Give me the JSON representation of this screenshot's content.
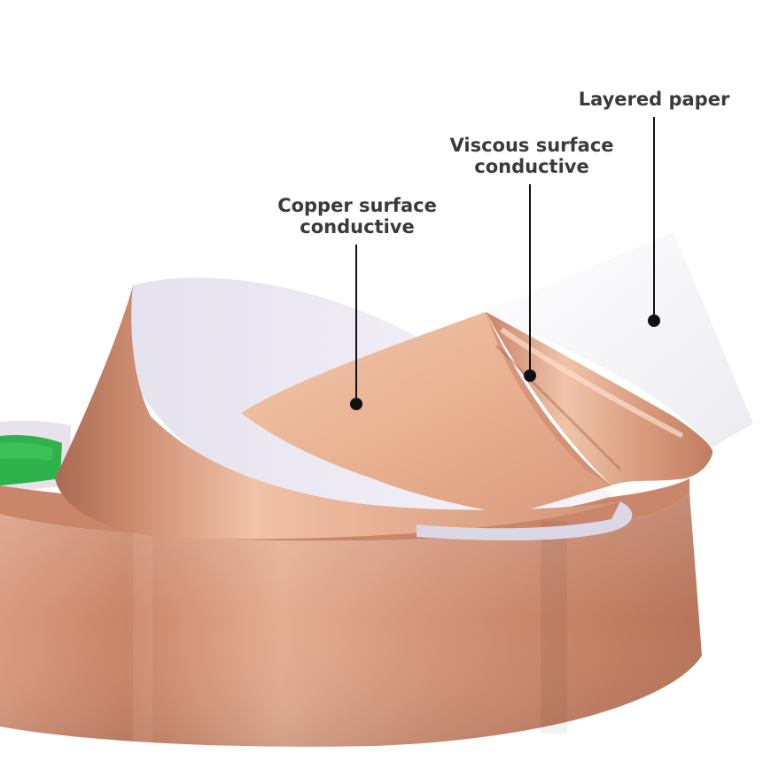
{
  "callouts": [
    {
      "id": "layered-paper",
      "lines": [
        "Layered paper"
      ]
    },
    {
      "id": "viscous-surface",
      "lines": [
        "Viscous surface",
        "conductive"
      ]
    },
    {
      "id": "copper-surface",
      "lines": [
        "Copper surface",
        "conductive"
      ]
    }
  ],
  "colors": {
    "copper_light": "#f2c4a8",
    "copper_mid": "#d9957a",
    "copper_dark": "#b8735a",
    "core_green": "#2fb24c",
    "paper": "#f4f2f6",
    "label_text": "#3a3a3a",
    "leader_line": "#111111"
  }
}
